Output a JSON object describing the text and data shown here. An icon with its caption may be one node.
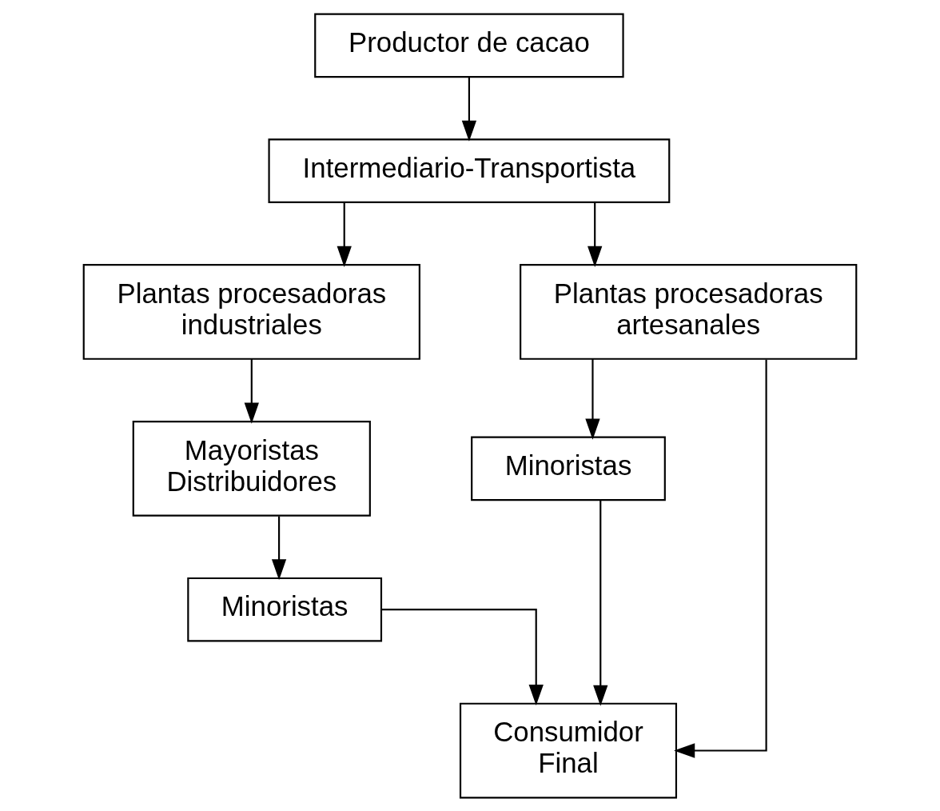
{
  "diagram": {
    "nodes": [
      {
        "text": [
          "Productor de cacao"
        ]
      },
      {
        "text": [
          "Intermediario-Transportista"
        ]
      },
      {
        "text": [
          "Plantas procesadoras industriales"
        ]
      },
      {
        "text": [
          "Plantas procesadoras artesanales"
        ]
      },
      {
        "text": [
          "Mayoristas Distribuidores"
        ]
      },
      {
        "text": [
          "Minoristas"
        ]
      },
      {
        "text": [
          "Minoristas"
        ]
      },
      {
        "text": [
          "Consumidor Final"
        ]
      }
    ],
    "edges": [
      {
        "from": 0,
        "to": 1,
        "arrow": "to"
      },
      {
        "from": 1,
        "to": 2,
        "arrow": "to"
      },
      {
        "from": 1,
        "to": 3,
        "arrow": "to"
      },
      {
        "from": 2,
        "to": 4,
        "arrow": "to"
      },
      {
        "from": 3,
        "to": 5,
        "arrow": "to"
      },
      {
        "from": 4,
        "to": 6,
        "arrow": "to"
      },
      {
        "from": 6,
        "to": 7,
        "arrow": "to"
      },
      {
        "from": 3,
        "to": 7,
        "arrow": "to"
      },
      {
        "from": 5,
        "to": 7,
        "arrow": "to"
      }
    ]
  }
}
